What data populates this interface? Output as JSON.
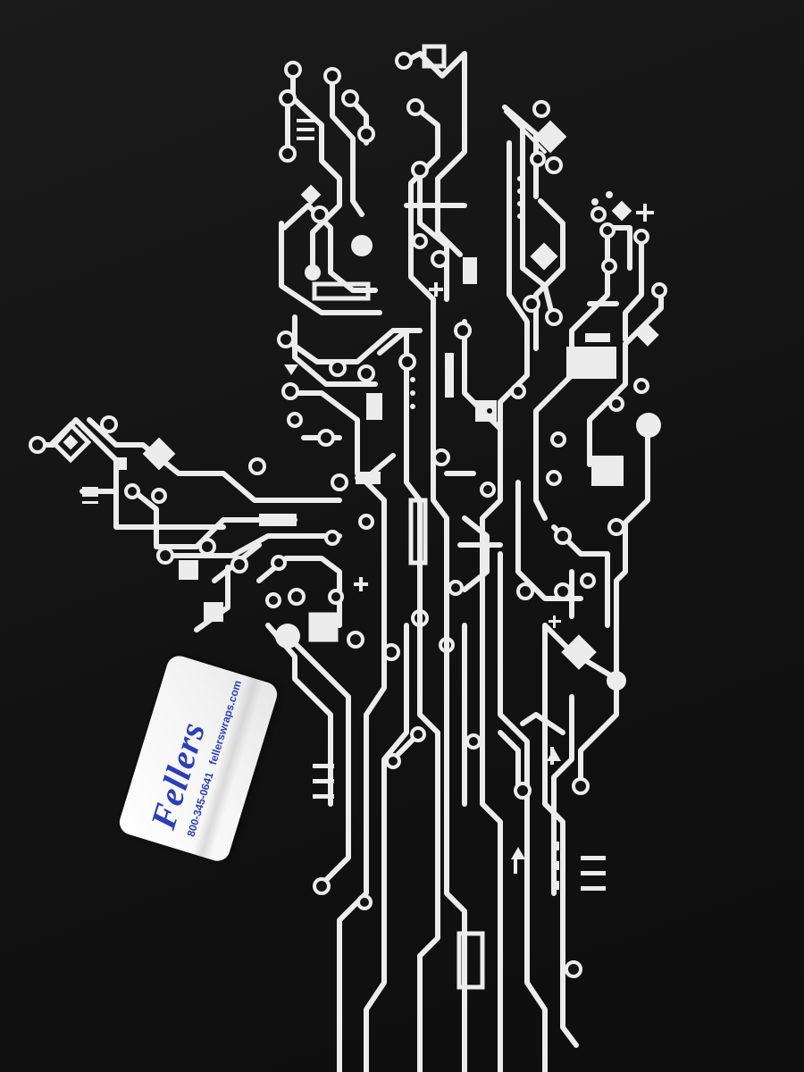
{
  "scene": {
    "subject": "circuit-board-hand",
    "colors": {
      "background": "#141414",
      "trace": "#ececec",
      "card_text": "#2a3fb8"
    }
  },
  "card": {
    "brand": "Fellers",
    "phone": "800-345-0641",
    "website": "fellerswraps.com"
  }
}
